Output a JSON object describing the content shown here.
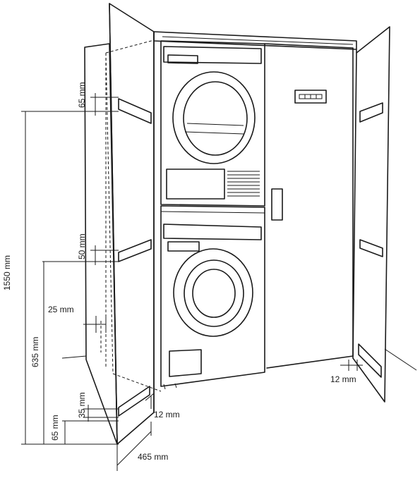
{
  "dimensions": {
    "top_gap": "65 mm",
    "total_height": "1550 mm",
    "middle_gap": "50 mm",
    "lower_height": "635 mm",
    "side_gap": "25 mm",
    "plinth_gap": "35 mm",
    "plinth_height": "65 mm",
    "front_gap": "12 mm",
    "depth": "465 mm",
    "door_gap": "12 mm"
  }
}
